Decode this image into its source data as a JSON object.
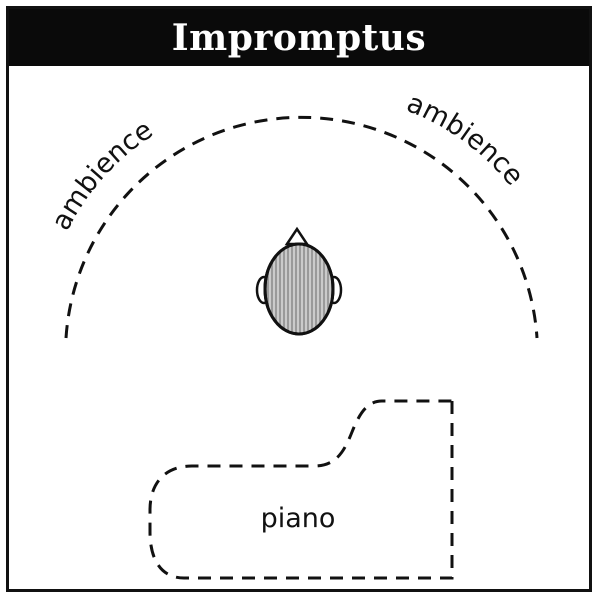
{
  "title": "Impromptus",
  "labels": {
    "ambience_left": "ambience",
    "ambience_right": "ambience",
    "piano": "piano"
  },
  "icons": {
    "listener": "listener-head-icon"
  },
  "colors": {
    "title_bar": "#0a0a0a",
    "title_text": "#ffffff",
    "line": "#111111",
    "head_fill": "#9a9a9a"
  }
}
